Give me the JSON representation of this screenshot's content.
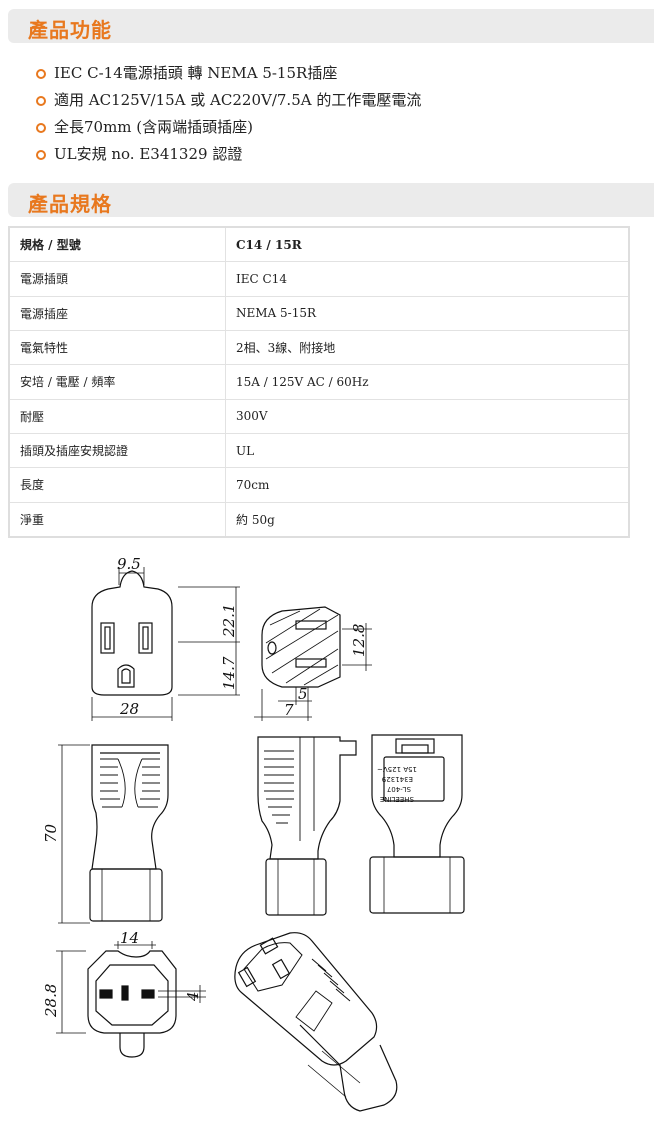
{
  "features_section": {
    "title": "產品功能",
    "items": [
      "IEC C-14電源插頭 轉 NEMA 5-15R插座",
      "適用 AC125V/15A 或 AC220V/7.5A 的工作電壓電流",
      "全長70mm (含兩端插頭插座)",
      "UL安規 no. E341329 認證"
    ]
  },
  "spec_section": {
    "title": "產品規格",
    "header": [
      "規格 / 型號",
      "C14 / 15R"
    ],
    "rows": [
      [
        "電源插頭",
        "IEC  C14"
      ],
      [
        "電源插座",
        "NEMA 5-15R"
      ],
      [
        "電氣特性",
        "2相、3線、附接地"
      ],
      [
        "安培 / 電壓 / 頻率",
        "15A  / 125V AC / 60Hz"
      ],
      [
        "耐壓",
        "300V"
      ],
      [
        "插頭及插座安規認證",
        "UL"
      ],
      [
        "長度",
        "70cm"
      ],
      [
        "淨重",
        "約 50g"
      ]
    ]
  },
  "drawing": {
    "dimensions": {
      "top_width": "9.5",
      "upper_height": "22.1",
      "lower_height": "14.7",
      "front_width": "28",
      "side_height": "12.8",
      "side_offset_inner": "5",
      "side_offset_outer": "7",
      "total_length": "70",
      "inlet_width": "14",
      "inlet_height": "28.8",
      "pin_gap": "4"
    },
    "label_lines": [
      "SHEELINE",
      "SL-407",
      "E341329",
      "15A 125V~"
    ]
  }
}
